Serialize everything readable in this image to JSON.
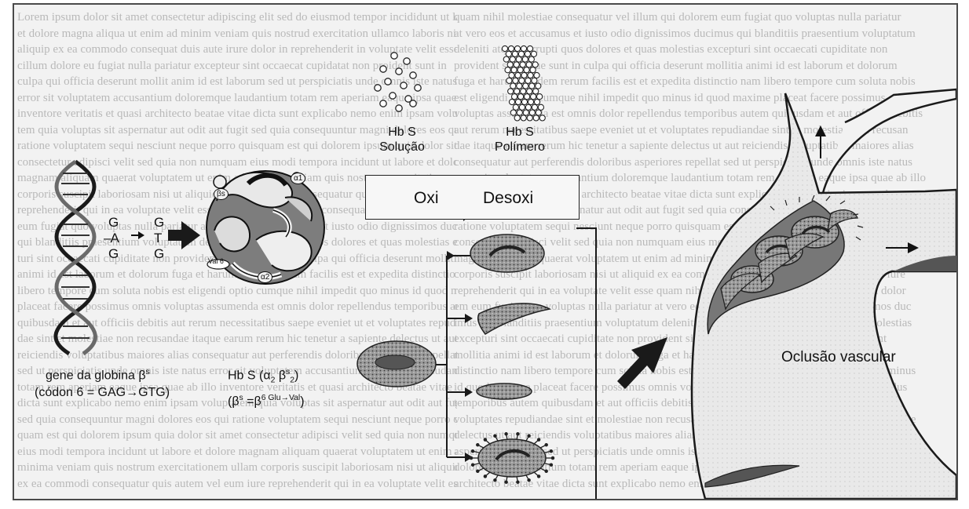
{
  "hb_solution": [
    "Hb S",
    "Solução"
  ],
  "hb_polymer": [
    "Hb S",
    "Polímero"
  ],
  "oxi": "Oxi",
  "desoxi": "Desoxi",
  "mutation": {
    "original": [
      "G",
      "A",
      "G"
    ],
    "mutant": [
      "G",
      "T",
      "G"
    ]
  },
  "gene_label": {
    "line1": "gene da globina β",
    "line1_sup": "s",
    "line2": "(códon 6 = GAG→GTG)"
  },
  "hbs_formula": {
    "part1": "Hb S (α",
    "sub1": "2",
    "part2": " β",
    "sup2": "s",
    "sub2": "2",
    "part3": ")",
    "line2a": "(β",
    "line2a_sup": "s",
    "line2b": " =β",
    "line2b_sup": "6 Glu→Val",
    "line2c": ")"
  },
  "protein_marks": {
    "beta_s": "βs",
    "alpha1": "α1",
    "alpha2": "α2",
    "val6": "Val 6"
  },
  "occlusion_label": "Oclusão vascular",
  "colors": {
    "ink": "#1a1a1a",
    "cell_fill": "#8a8a8a",
    "background": "#f2f2f2"
  }
}
